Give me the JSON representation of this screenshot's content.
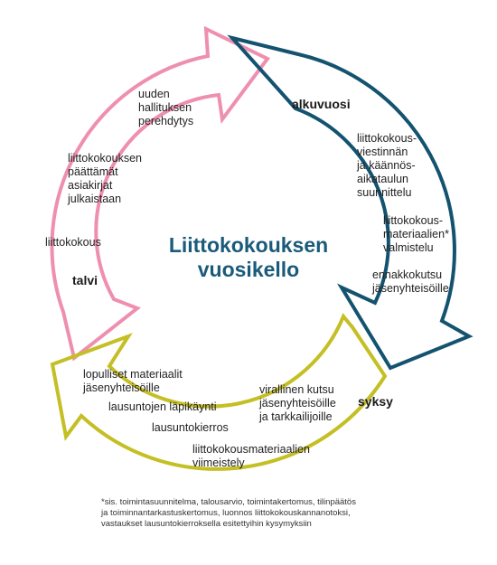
{
  "colors": {
    "winter": "#ef8fb0",
    "spring": "#13536f",
    "autumn": "#c4bf24",
    "title": "#1a5a7a"
  },
  "title": [
    "Liittokokouksen",
    "vuosikello"
  ],
  "seasons": {
    "spring": "alkuvuosi",
    "autumn": "syksy",
    "winter": "talvi"
  },
  "spring_items": [
    [
      "liittokokous-",
      "viestinnän",
      "ja käännös-",
      "aikataulun",
      "suunnittelu"
    ],
    [
      "liittokokous-",
      "materiaalien*",
      "valmistelu"
    ],
    [
      "ennakkokutsu",
      "jäsenyhteisöille"
    ]
  ],
  "autumn_items": [
    [
      "virallinen kutsu",
      "jäsenyhteisöille",
      "ja tarkkailijoille"
    ],
    [
      "lopulliset materiaalit",
      "jäsenyhteisöille"
    ],
    [
      "lausuntojen läpikäynti"
    ],
    [
      "lausuntokierros"
    ],
    [
      "liittokokousmateriaalien",
      "viimeistely"
    ]
  ],
  "winter_items": [
    [
      "uuden",
      "hallituksen",
      "perehdytys"
    ],
    [
      "liittokokouksen",
      "päättämät",
      "asiakirjat",
      "julkaistaan"
    ],
    [
      "liittokokous"
    ]
  ],
  "footnote": [
    "*sis. toimintasuunnitelma, talousarvio, toimintakertomus, tilinpäätös",
    "ja toiminnantarkastuskertomus, luonnos liittokokouskannanotoksi,",
    "vastaukset lausuntokierroksella esitettyihin kysymyksiin"
  ]
}
